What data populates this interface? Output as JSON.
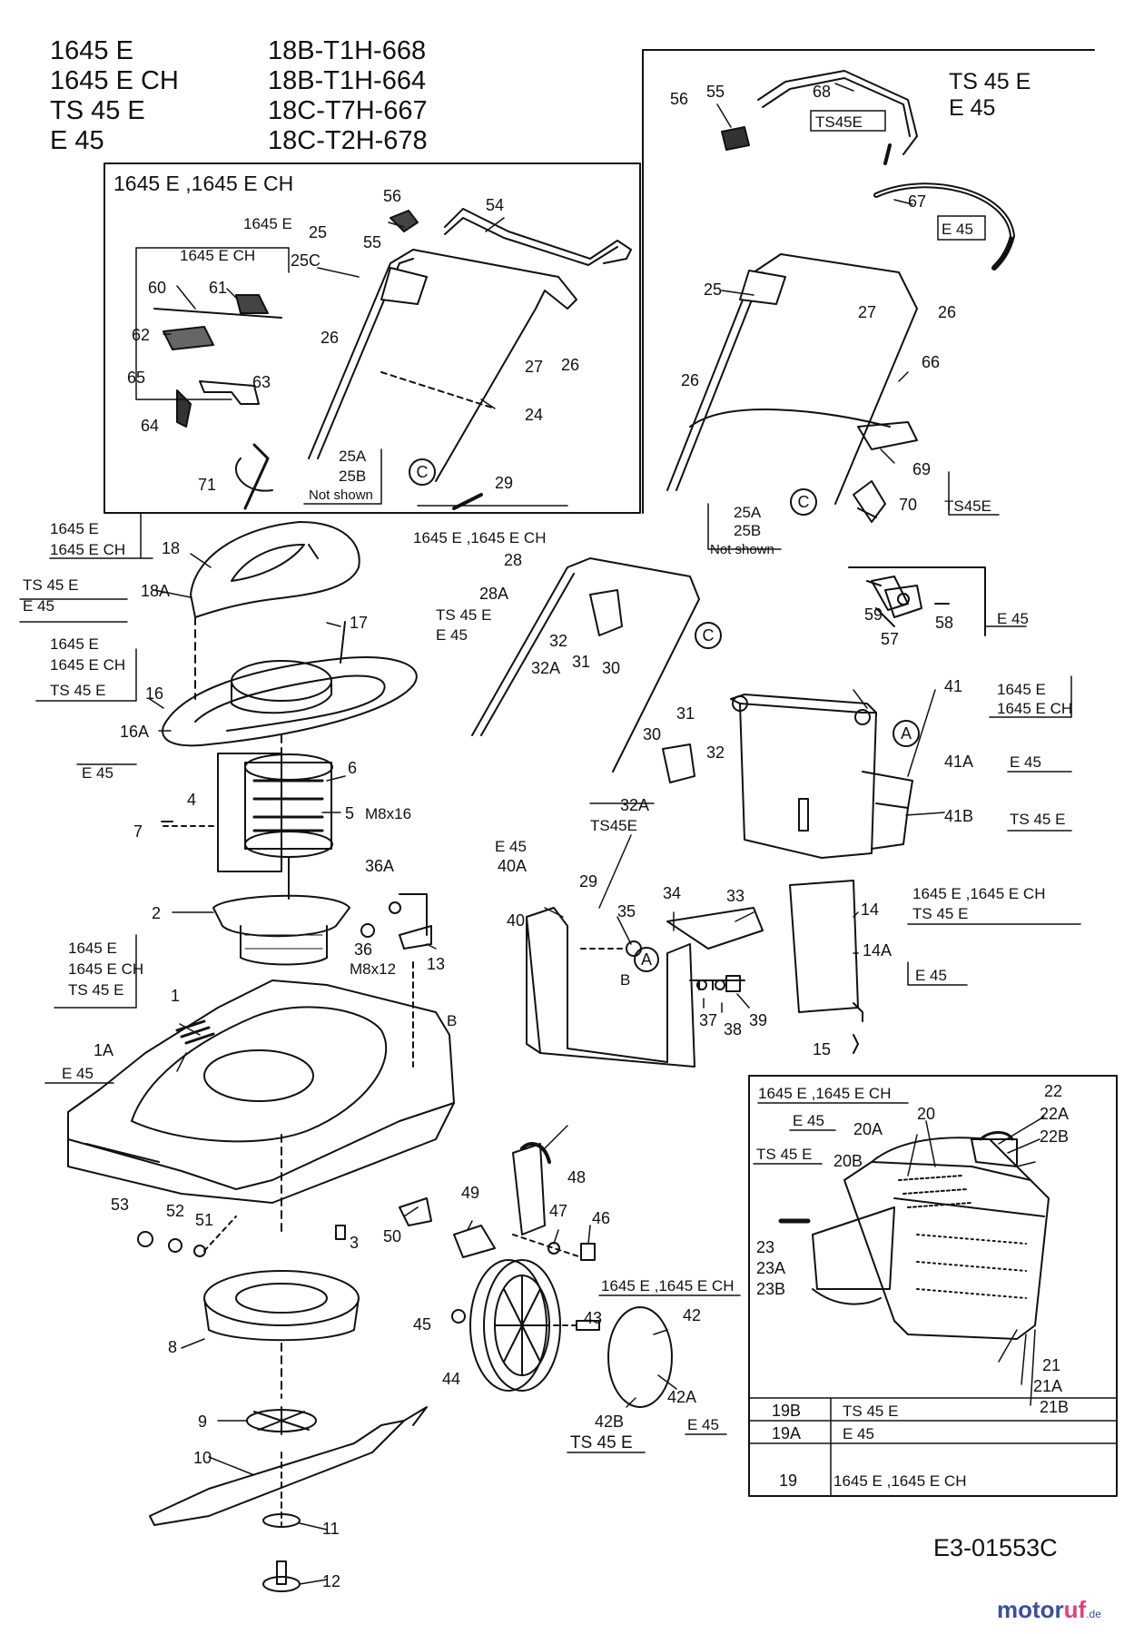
{
  "header": {
    "rows": [
      {
        "model": "1645 E",
        "code": "18B-T1H-668"
      },
      {
        "model": "1645 E CH",
        "code": "18B-T1H-664"
      },
      {
        "model": "TS 45 E",
        "code": "18C-T7H-667"
      },
      {
        "model": "E 45",
        "code": "18C-T2H-678"
      }
    ]
  },
  "labels": {
    "box_handle_1645": "1645 E ,1645 E CH",
    "l1645e": "1645 E",
    "l1645ech": "1645 E CH",
    "ts45e": "TS 45 E",
    "ts45e_box": "TS45E",
    "e45": "E 45",
    "n25a": "25A",
    "n25b": "25B",
    "not_shown": "Not shown",
    "m8x16": "M8x16",
    "m8x12": "M8x12",
    "c": "C",
    "a": "A",
    "b": "B"
  },
  "parts": {
    "p1": "1",
    "p1a": "1A",
    "p2": "2",
    "p3": "3",
    "p4": "4",
    "p5": "5",
    "p6": "6",
    "p7": "7",
    "p8": "8",
    "p9": "9",
    "p10": "10",
    "p11": "11",
    "p12": "12",
    "p13": "13",
    "p14": "14",
    "p14a": "14A",
    "p15": "15",
    "p16": "16",
    "p16a": "16A",
    "p17": "17",
    "p18": "18",
    "p18a": "18A",
    "p19": "19",
    "p19a": "19A",
    "p19b": "19B",
    "p20": "20",
    "p20a": "20A",
    "p20b": "20B",
    "p21": "21",
    "p21a": "21A",
    "p21b": "21B",
    "p22": "22",
    "p22a": "22A",
    "p22b": "22B",
    "p23": "23",
    "p23a": "23A",
    "p23b": "23B",
    "p24": "24",
    "p25": "25",
    "p25c": "25C",
    "p26": "26",
    "p27": "27",
    "p28": "28",
    "p28a": "28A",
    "p29": "29",
    "p30": "30",
    "p31": "31",
    "p32": "32",
    "p32a": "32A",
    "p33": "33",
    "p34": "34",
    "p35": "35",
    "p36": "36",
    "p36a": "36A",
    "p37": "37",
    "p38": "38",
    "p39": "39",
    "p40": "40",
    "p40a": "40A",
    "p41": "41",
    "p41a": "41A",
    "p41b": "41B",
    "p42": "42",
    "p42a": "42A",
    "p42b": "42B",
    "p43": "43",
    "p44": "44",
    "p45": "45",
    "p46": "46",
    "p47": "47",
    "p48": "48",
    "p49": "49",
    "p50": "50",
    "p51": "51",
    "p52": "52",
    "p53": "53",
    "p54": "54",
    "p55": "55",
    "p56": "56",
    "p57": "57",
    "p58": "58",
    "p59": "59",
    "p60": "60",
    "p61": "61",
    "p62": "62",
    "p63": "63",
    "p64": "64",
    "p65": "65",
    "p66": "66",
    "p67": "67",
    "p68": "68",
    "p69": "69",
    "p70": "70",
    "p71": "71"
  },
  "footer": {
    "drawing_code": "E3-01553C",
    "brand_main": "motor",
    "brand_accent": "uf",
    "brand_tld": ".de"
  }
}
